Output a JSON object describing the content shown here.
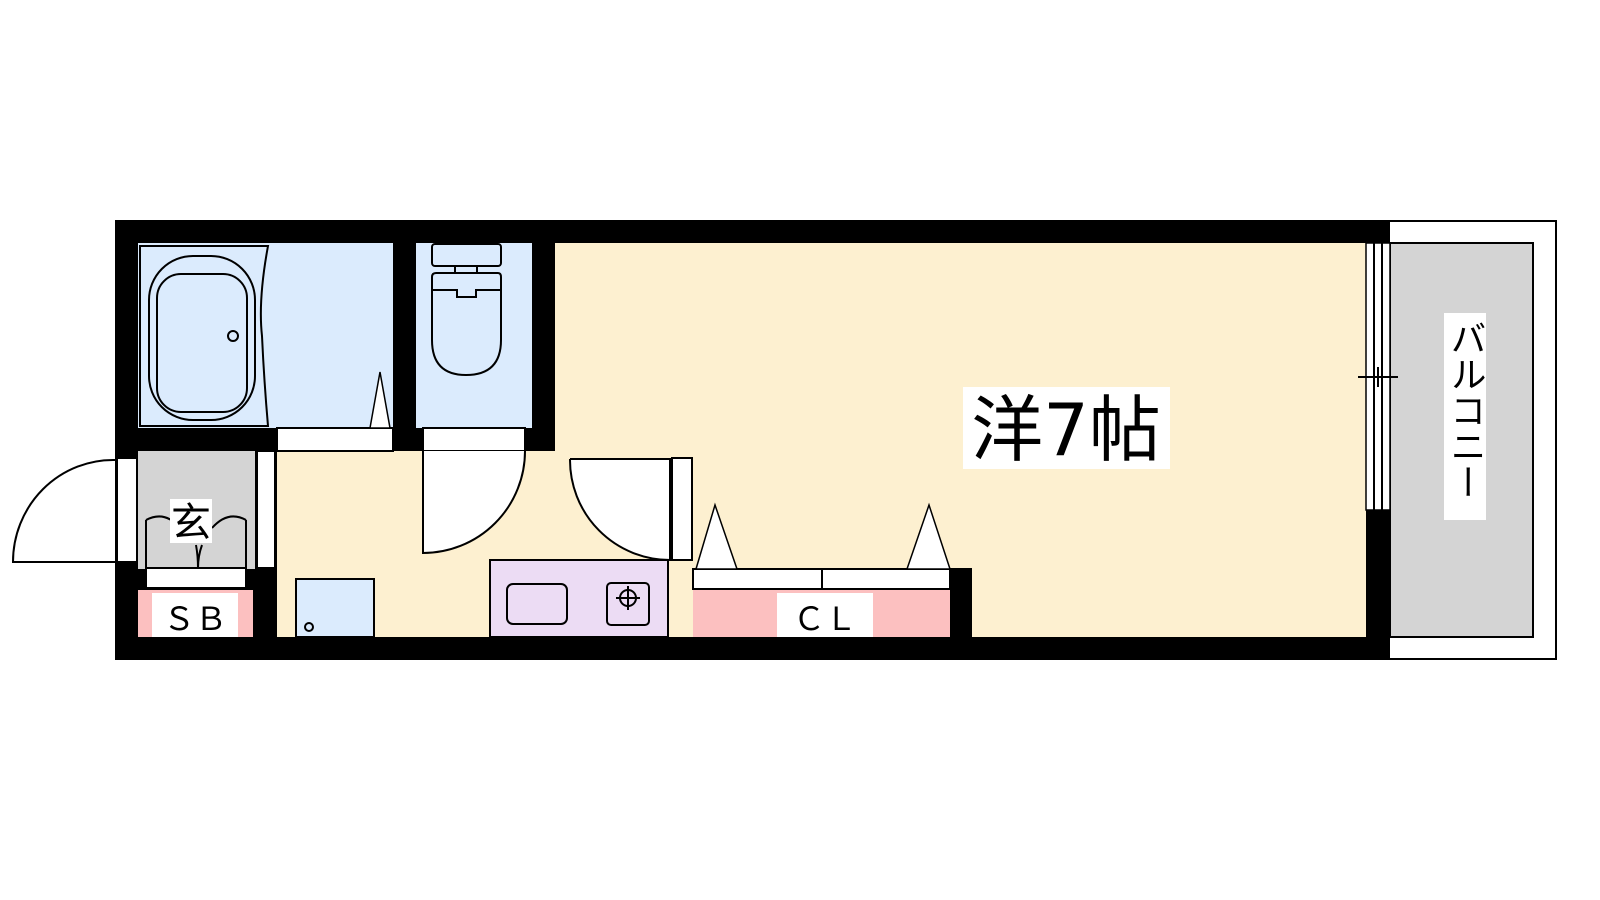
{
  "rooms": {
    "western_room": "洋7帖",
    "balcony": "バルコニー",
    "entrance": "玄",
    "shoe_box": "ＳＢ",
    "closet": "ＣＬ"
  },
  "colors": {
    "wall": "#000000",
    "room_floor": "#fdf0d0",
    "wet_area": "#dbebfd",
    "kitchen": "#ecdcf4",
    "storage": "#fcc0c0",
    "exterior": "#d4d4d4"
  }
}
